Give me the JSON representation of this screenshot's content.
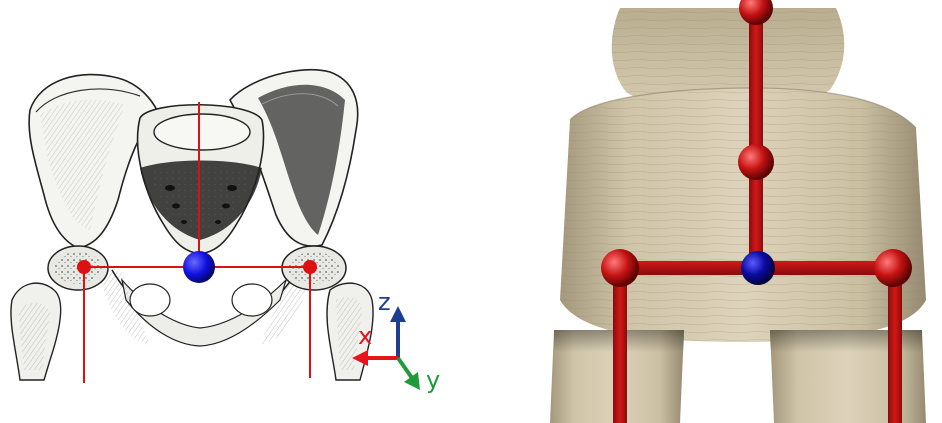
{
  "left_panel": {
    "axes": {
      "x_label": "x",
      "y_label": "y",
      "z_label": "z",
      "x_color": "#e8141c",
      "y_color": "#1f9a3a",
      "z_color": "#1e3f8f"
    },
    "joint_colors": {
      "pelvis_center": "#1010e0",
      "hip_joints": "#dd1111",
      "bone_lines": "#dd1111"
    }
  },
  "right_panel": {
    "skeleton_color": "#c51212",
    "root_joint_color": "#0a0aa0",
    "body_material": "wood"
  }
}
